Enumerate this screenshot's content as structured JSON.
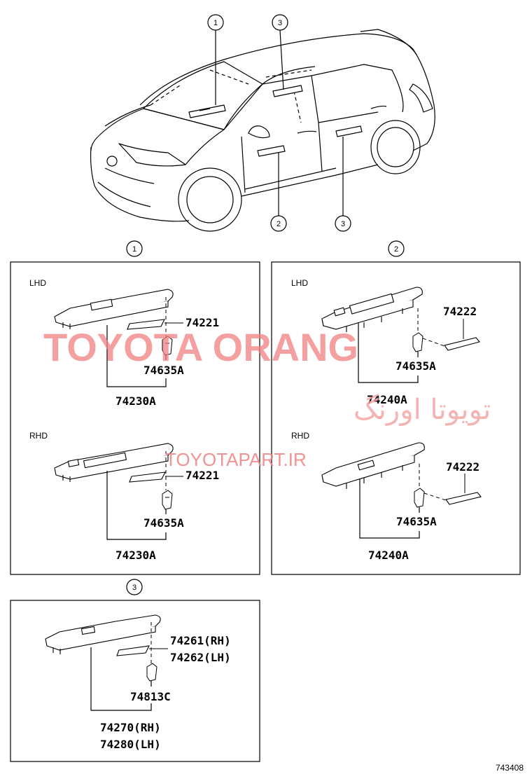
{
  "callouts": {
    "c1": "1",
    "c2": "2",
    "c3": "3"
  },
  "panel1": {
    "lhd": {
      "header": "LHD",
      "cover": "74221",
      "clip": "74635A",
      "assembly": "74230A"
    },
    "rhd": {
      "header": "RHD",
      "cover": "74221",
      "clip": "74635A",
      "assembly": "74230A"
    }
  },
  "panel2": {
    "lhd": {
      "header": "LHD",
      "cover": "74222",
      "clip": "74635A",
      "assembly": "74240A"
    },
    "rhd": {
      "header": "RHD",
      "cover": "74222",
      "clip": "74635A",
      "assembly": "74240A"
    }
  },
  "panel3": {
    "cover_rh": "74261(RH)",
    "cover_lh": "74262(LH)",
    "clip": "74813C",
    "assembly_rh": "74270(RH)",
    "assembly_lh": "74280(LH)"
  },
  "watermark": {
    "brand": "TOYOTA ORANG",
    "persian": "تویوتا اورنگ",
    "site": "TOYOTAPART.IR"
  },
  "figure_id": "743408"
}
